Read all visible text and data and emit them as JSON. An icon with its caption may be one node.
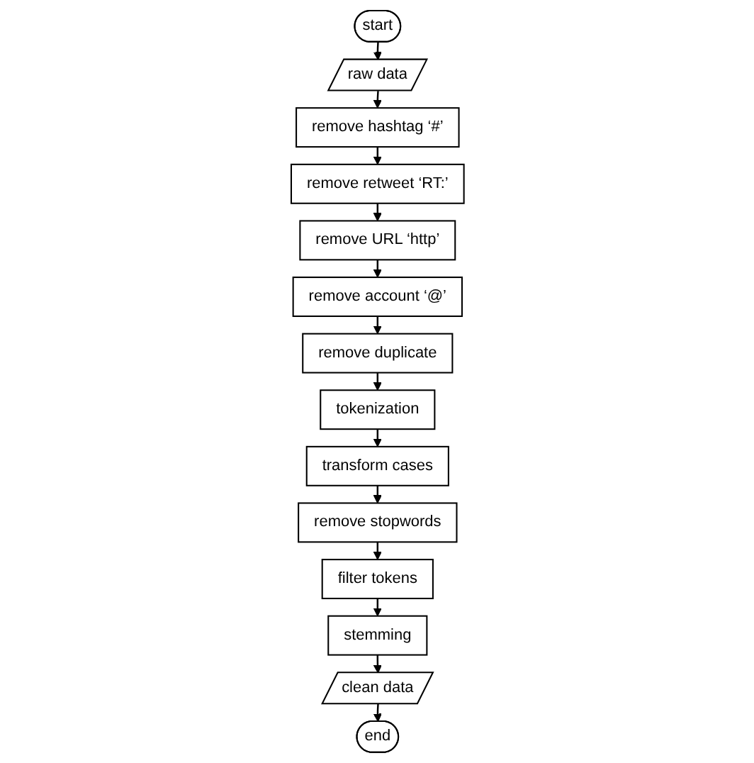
{
  "diagram": {
    "nodes": [
      {
        "text": [
          "start"
        ]
      },
      {
        "text": [
          "raw data"
        ]
      },
      {
        "text": [
          "remove hashtag ‘#’"
        ]
      },
      {
        "text": [
          "remove retweet ‘RT:’"
        ]
      },
      {
        "text": [
          "remove URL ‘http’"
        ]
      },
      {
        "text": [
          "remove account ‘@’"
        ]
      },
      {
        "text": [
          "remove duplicate"
        ]
      },
      {
        "text": [
          "tokenization"
        ]
      },
      {
        "text": [
          "transform cases"
        ]
      },
      {
        "text": [
          "remove stopwords"
        ]
      },
      {
        "text": [
          "filter tokens"
        ]
      },
      {
        "text": [
          "stemming"
        ]
      },
      {
        "text": [
          "clean data"
        ]
      },
      {
        "text": [
          "end"
        ]
      }
    ],
    "edges": [
      {
        "from": 0,
        "to": 1,
        "arrow": "to"
      },
      {
        "from": 1,
        "to": 2,
        "arrow": "to"
      },
      {
        "from": 2,
        "to": 3,
        "arrow": "to"
      },
      {
        "from": 3,
        "to": 4,
        "arrow": "to"
      },
      {
        "from": 4,
        "to": 5,
        "arrow": "to"
      },
      {
        "from": 5,
        "to": 6,
        "arrow": "to"
      },
      {
        "from": 6,
        "to": 7,
        "arrow": "to"
      },
      {
        "from": 7,
        "to": 8,
        "arrow": "to"
      },
      {
        "from": 8,
        "to": 9,
        "arrow": "to"
      },
      {
        "from": 9,
        "to": 10,
        "arrow": "to"
      },
      {
        "from": 10,
        "to": 11,
        "arrow": "to"
      },
      {
        "from": 11,
        "to": 12,
        "arrow": "to"
      },
      {
        "from": 12,
        "to": 13,
        "arrow": "to"
      }
    ]
  }
}
